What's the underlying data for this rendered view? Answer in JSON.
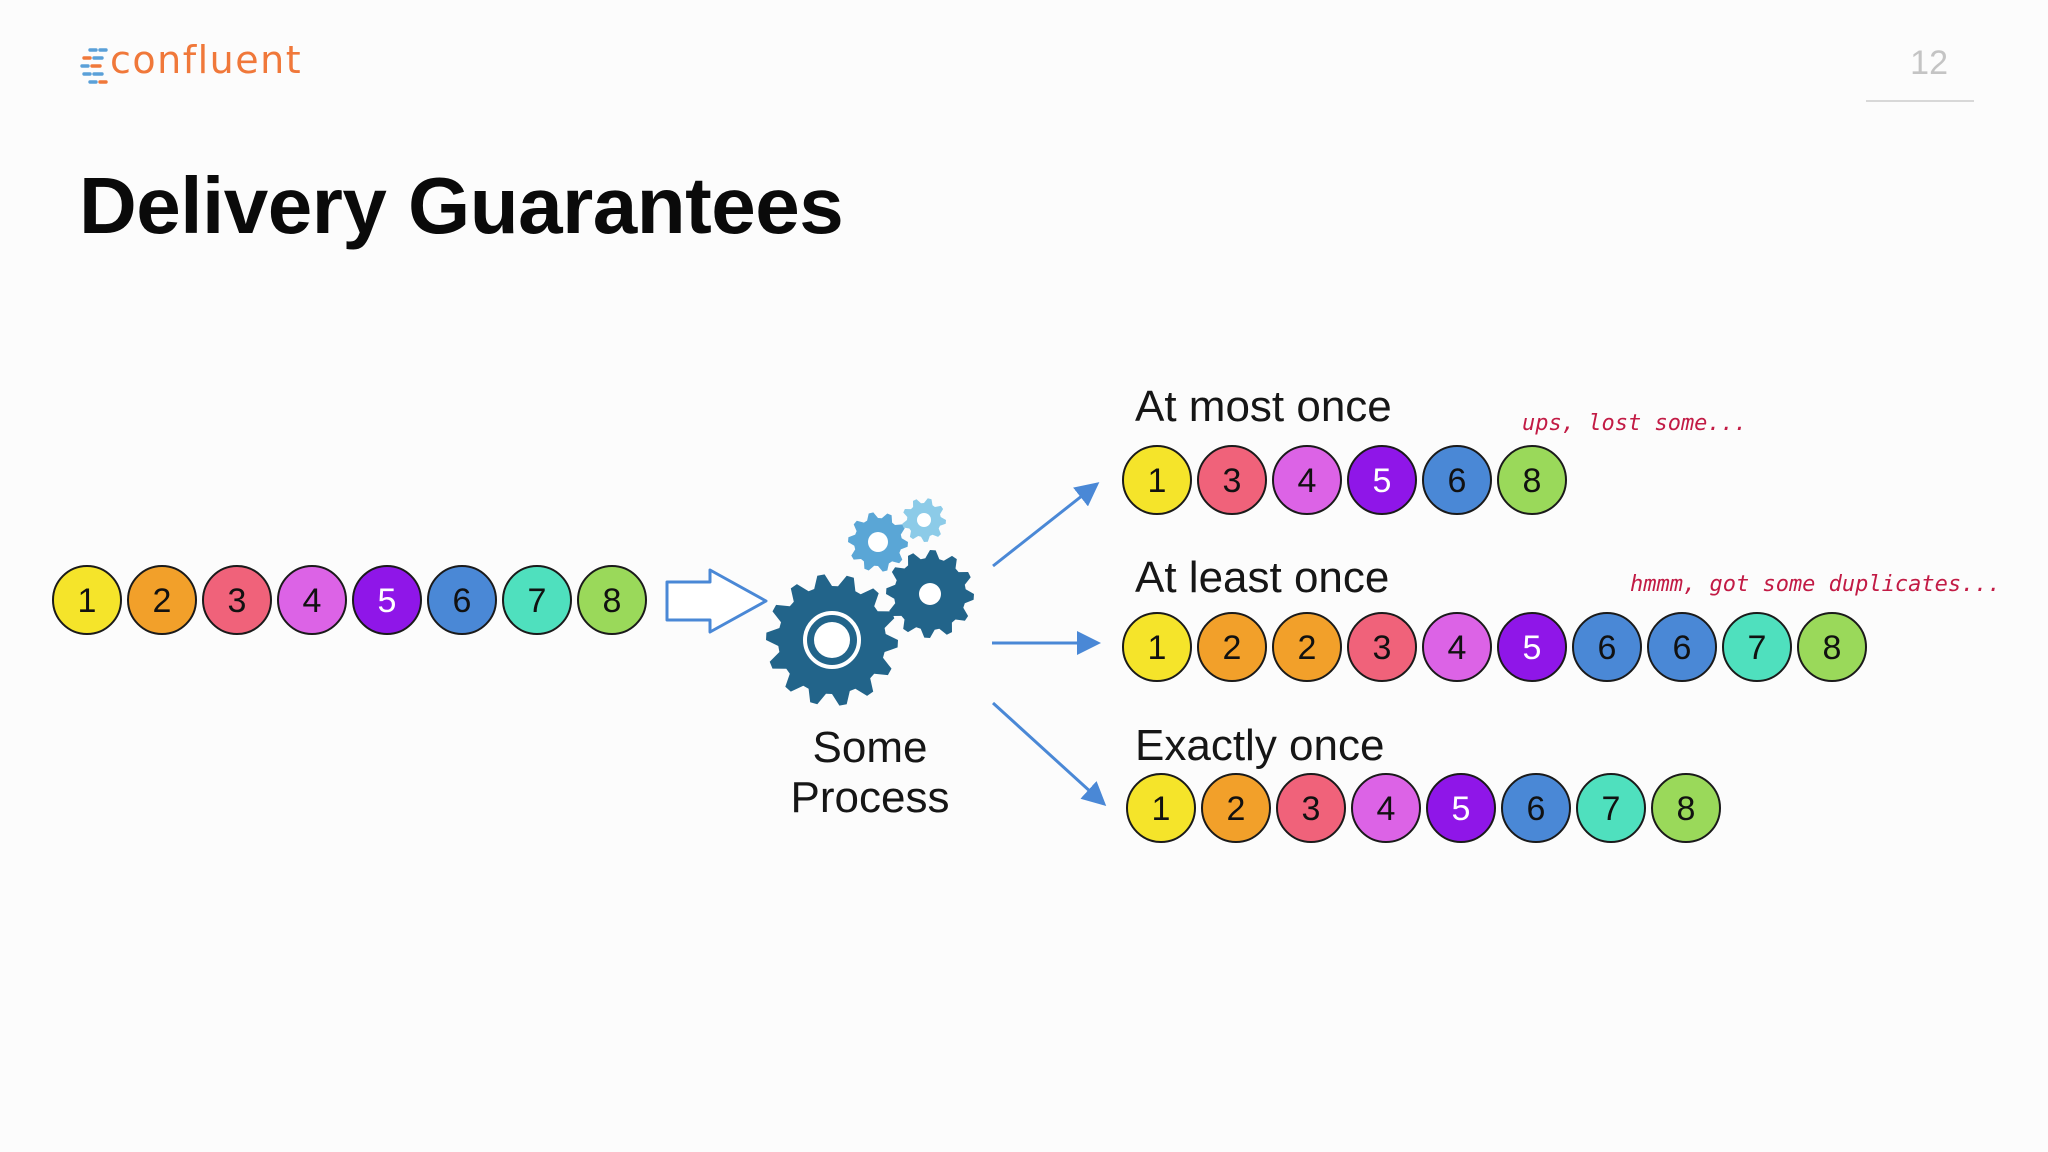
{
  "brand": {
    "name": "confluent",
    "color": "#f0783a",
    "mark_colors": [
      "#5aa0d8",
      "#f0783a"
    ]
  },
  "page_number": "12",
  "title": "Delivery Guarantees",
  "colors": {
    "1": "#f5e42a",
    "2": "#f2a02a",
    "3": "#f0627a",
    "4": "#dc63e6",
    "5": "#8f16e8",
    "6": "#4a88d6",
    "7": "#4fe0be",
    "8": "#9ad95a",
    "arrow": "#4a88d6",
    "gear_dark": "#22648a",
    "gear_light": "#5aa6d6",
    "note": "#c21b45"
  },
  "input_sequence": [
    "1",
    "2",
    "3",
    "4",
    "5",
    "6",
    "7",
    "8"
  ],
  "process": {
    "line1": "Some",
    "line2": "Process"
  },
  "outputs": [
    {
      "id": "at-most-once",
      "label": "At most once",
      "note": "ups, lost some...",
      "sequence": [
        "1",
        "3",
        "4",
        "5",
        "6",
        "8"
      ]
    },
    {
      "id": "at-least-once",
      "label": "At least once",
      "note": "hmmm, got some duplicates...",
      "sequence": [
        "1",
        "2",
        "2",
        "3",
        "4",
        "5",
        "6",
        "6",
        "7",
        "8"
      ]
    },
    {
      "id": "exactly-once",
      "label": "Exactly once",
      "note": "",
      "sequence": [
        "1",
        "2",
        "3",
        "4",
        "5",
        "6",
        "7",
        "8"
      ]
    }
  ]
}
